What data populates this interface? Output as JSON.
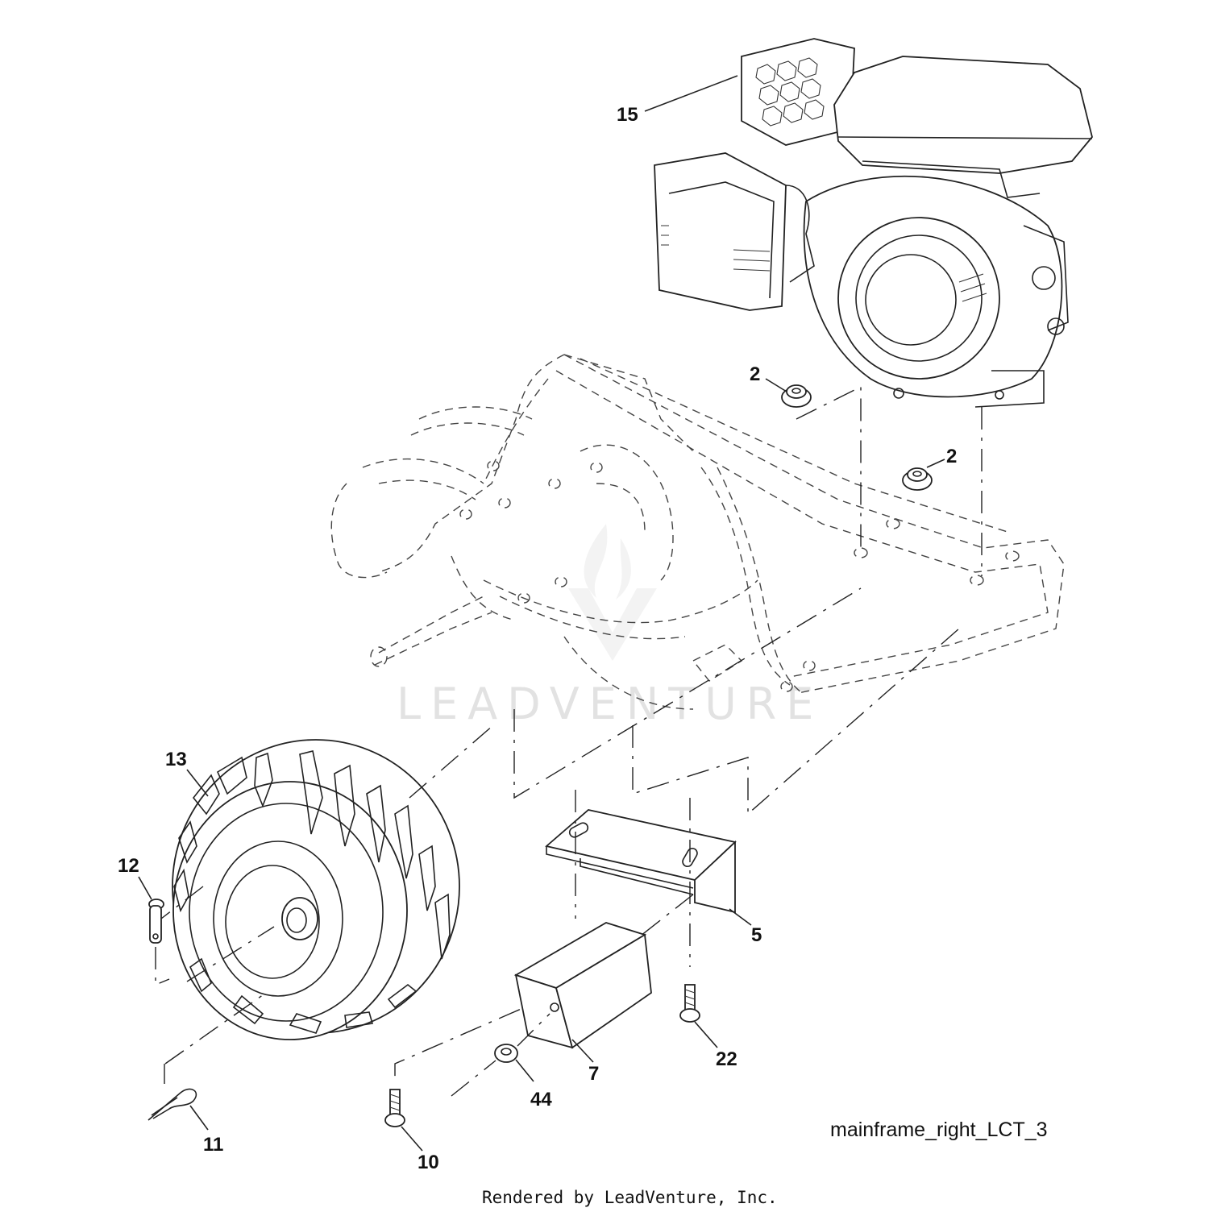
{
  "diagram": {
    "reference": "mainframe_right_LCT_3",
    "credit": "Rendered by LeadVenture, Inc.",
    "watermark": "LEADVENTURE",
    "callouts": {
      "engine": "15",
      "nut_left": "2",
      "nut_right": "2",
      "wheel": "13",
      "pin": "12",
      "bracket": "5",
      "weight": "7",
      "bolt_right": "22",
      "nut_small": "44",
      "clip": "11",
      "bolt_left": "10"
    }
  }
}
